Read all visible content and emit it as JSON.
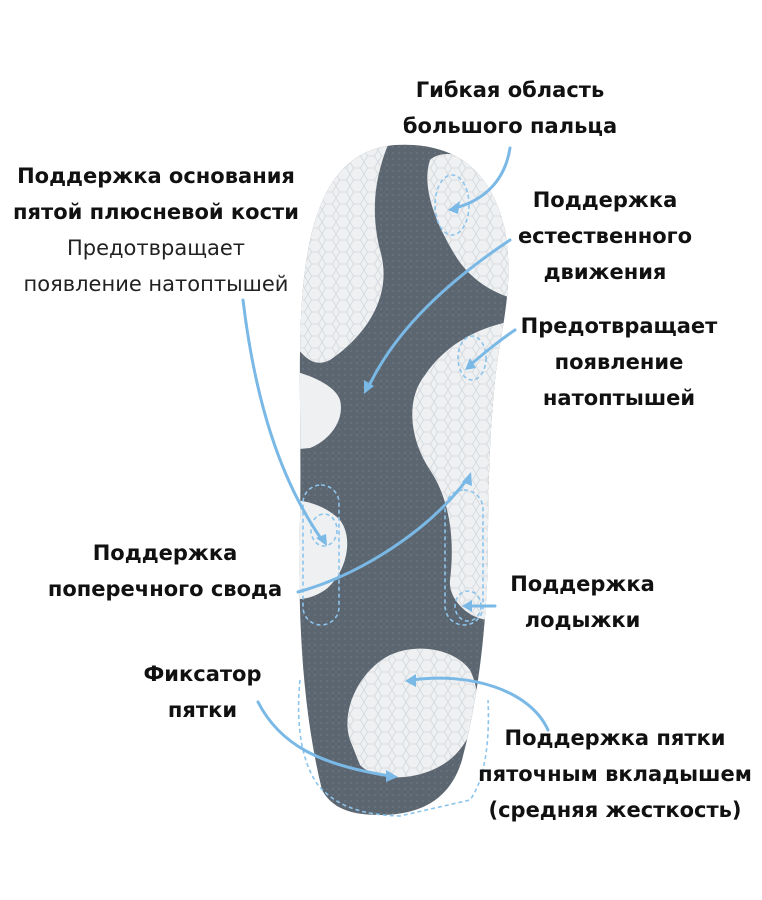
{
  "labels": {
    "big_toe": [
      "Гибкая область",
      "большого пальца"
    ],
    "metatarsal": [
      "Поддержка основания",
      "пятой плюсневой кости"
    ],
    "metatarsal_note": [
      "Предотвращает",
      "появление натоптышей"
    ],
    "natural_motion": [
      "Поддержка",
      "естественного",
      "движения"
    ],
    "calluses": [
      "Предотвращает",
      "появление",
      "натоптышей"
    ],
    "transverse_arch": [
      "Поддержка",
      "поперечного свода"
    ],
    "ankle": [
      "Поддержка",
      "лодыжки"
    ],
    "heel_lock": [
      "Фиксатор",
      "пятки"
    ],
    "heel_support": [
      "Поддержка пятки",
      "пяточным вкладышем",
      "(средняя жесткость)"
    ]
  },
  "colors": {
    "insole_dark": "#5c6670",
    "insole_light": "#eef0f2",
    "arrow": "#7ab8e6",
    "dashed": "#8cc4ec",
    "text": "#111111"
  }
}
